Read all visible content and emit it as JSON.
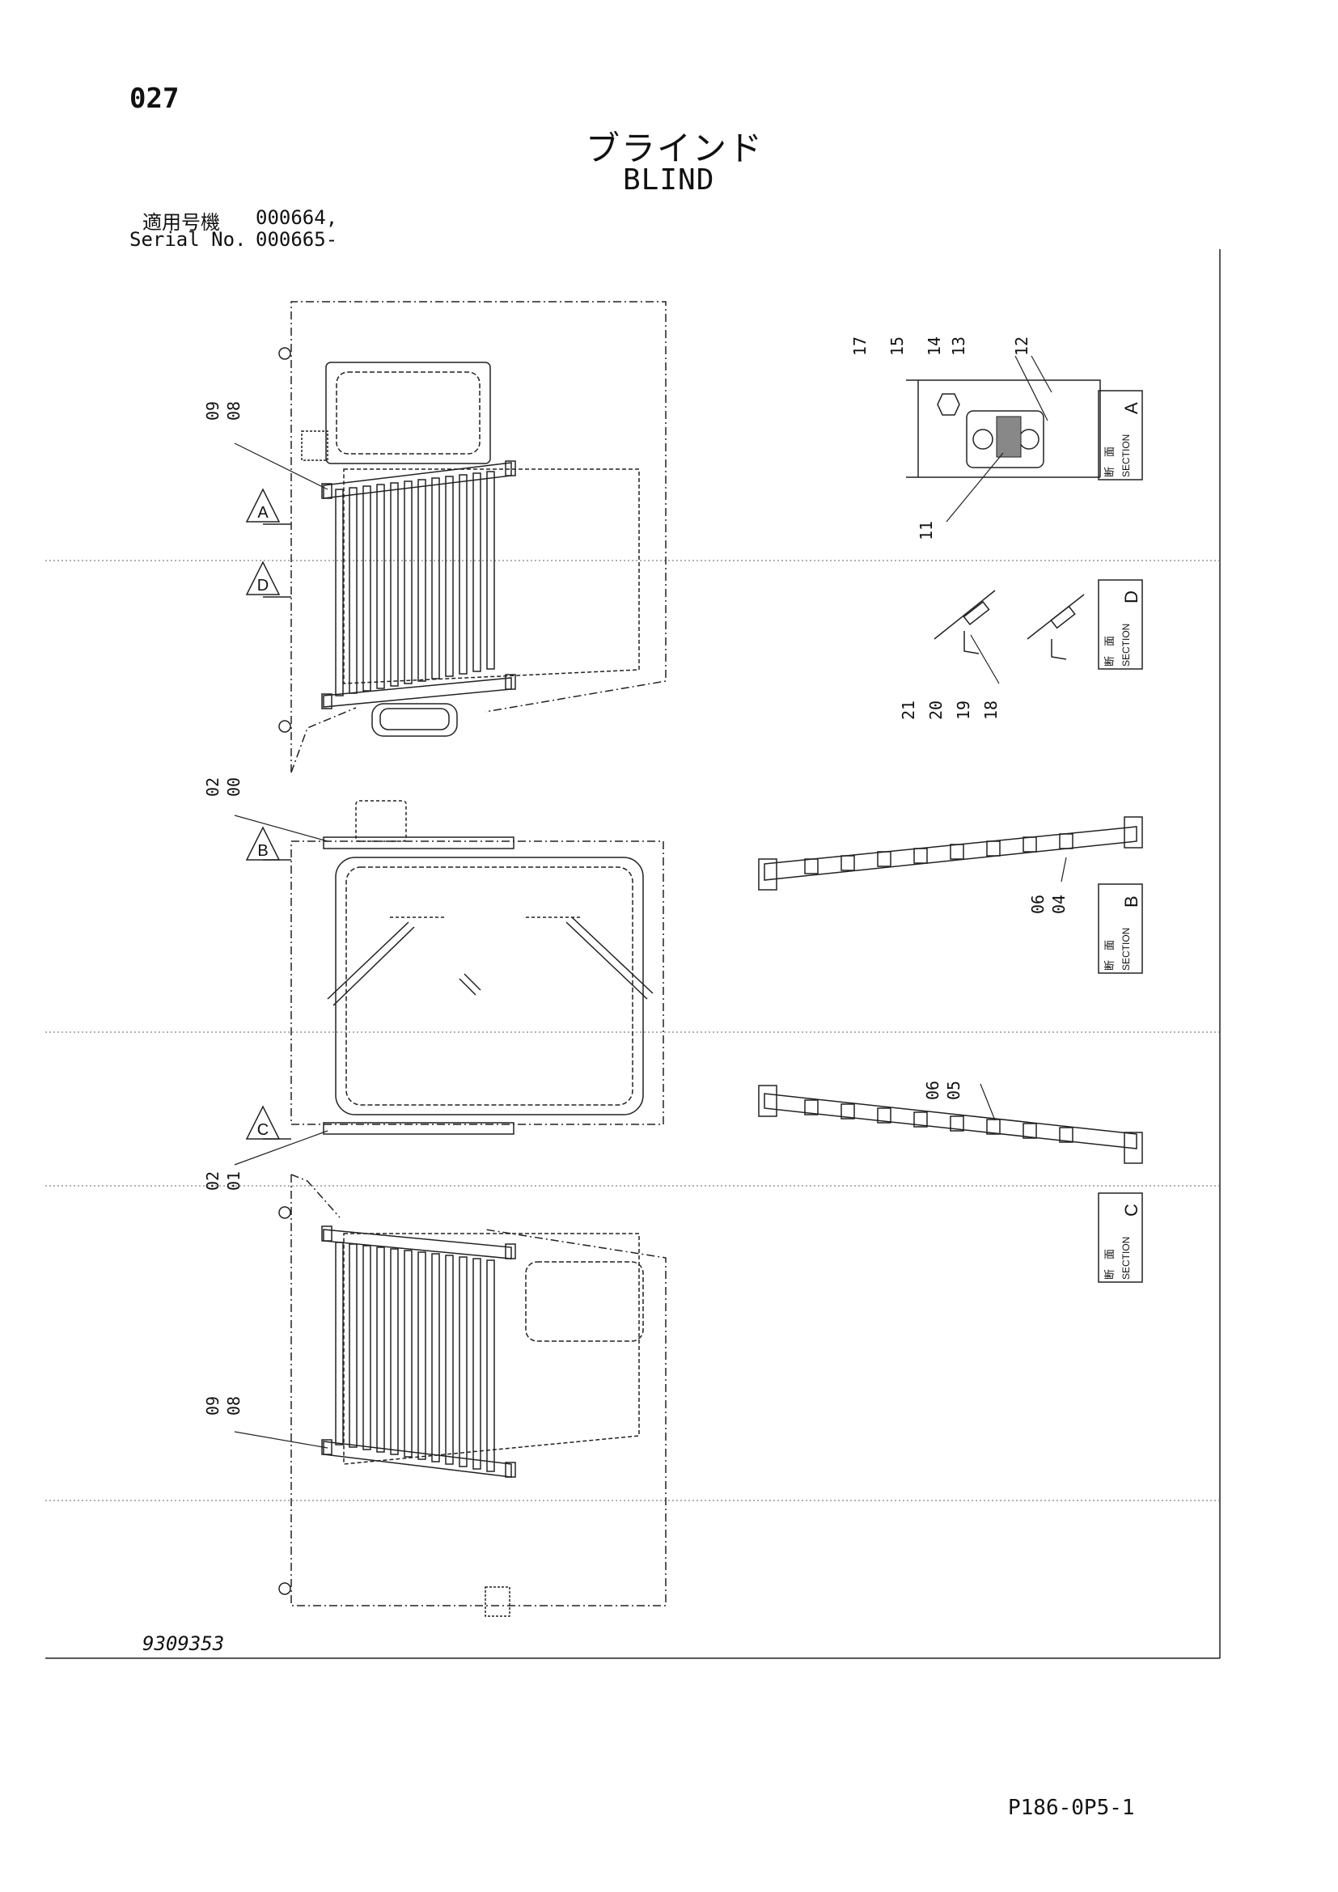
{
  "header": {
    "page_number": "027",
    "title_jp": "ブラインド",
    "title_en": "BLIND",
    "applicable_label": "適用号機",
    "applicable_value": "000664,",
    "serial_label": "Serial No.",
    "serial_value": "000665-"
  },
  "footer": {
    "drawing_number": "9309353",
    "page_code": "P186-0P5-1"
  },
  "callouts": {
    "top_left": [
      "09",
      "08"
    ],
    "mid_top": [
      "02",
      "00"
    ],
    "mid_bottom": [
      "02",
      "01"
    ],
    "bottom_left": [
      "09",
      "08"
    ],
    "section_a_top": [
      "17",
      "15",
      "14",
      "13",
      "12"
    ],
    "section_a_bottom": "11",
    "section_d": [
      "21",
      "20",
      "19",
      "18"
    ],
    "section_b": [
      "06",
      "04"
    ],
    "section_c": [
      "06",
      "05"
    ]
  },
  "view_markers": [
    "A",
    "D",
    "B",
    "C"
  ],
  "sections": {
    "kanji_dan": "断",
    "kanji_men": "面",
    "section_word": "SECTION",
    "letters": [
      "A",
      "D",
      "B",
      "C"
    ]
  }
}
